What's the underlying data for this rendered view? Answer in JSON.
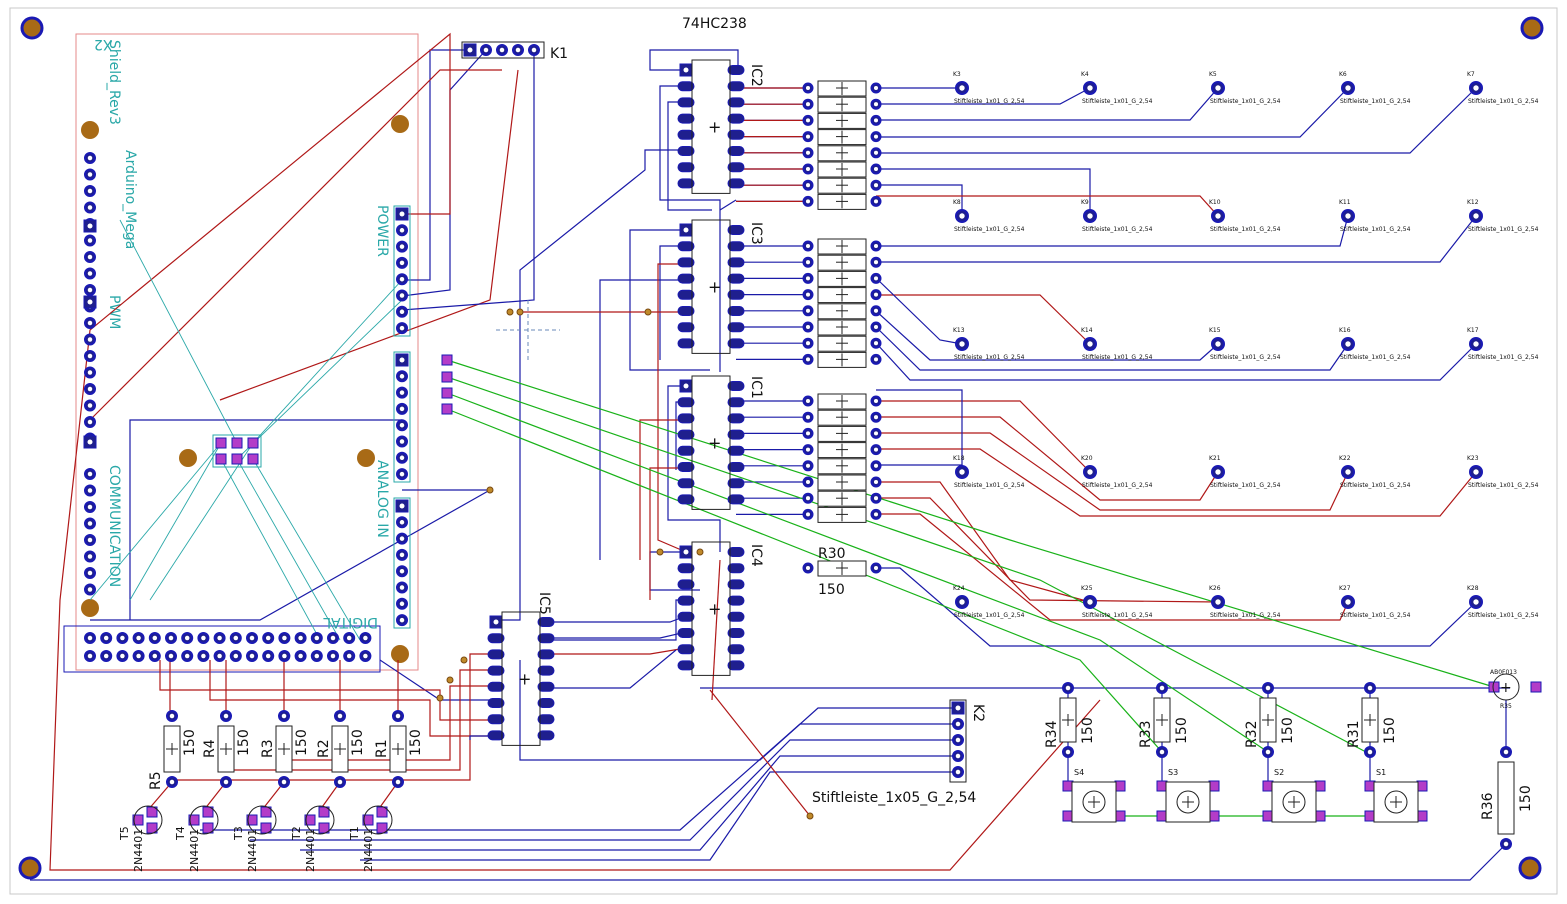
{
  "colors": {
    "background": "#ffffff",
    "trace_blue": "#1a1aa8",
    "trace_red": "#b01818",
    "airwire_green": "#19b219",
    "silk_cyan": "#2aa8a8",
    "pad_blue": "#1a1ab4",
    "pad_magenta": "#b33cc8",
    "mount_hole": "#a86a16",
    "outline_red": "#d04a4a"
  },
  "labels": {
    "ic2_part": "74HC238",
    "k1": "K1",
    "k2": "K2",
    "ic1": "IC1",
    "ic2": "IC2",
    "ic3": "IC3",
    "ic4": "IC4",
    "ic5": "IC5",
    "r30": "R30",
    "r30_val": "150",
    "k2_part": "Stiftleiste_1x05_G_2,54",
    "arduino_power": "POWER",
    "arduino_analog": "ANALOG IN",
    "arduino_digital": "DIGITAL",
    "arduino_comm": "COMMUNICATION",
    "arduino_pwm": "PWM",
    "arduino_mega": "Arduino_Mega",
    "arduino_shield": "Shield_Rev3",
    "arduino_x2": "X2",
    "r36_top": "AB0F013",
    "r35": "R35",
    "r36": "R36",
    "r36_val": "150"
  },
  "resistors_left": [
    {
      "name": "R5",
      "value": "150"
    },
    {
      "name": "R4",
      "value": "150"
    },
    {
      "name": "R3",
      "value": "150"
    },
    {
      "name": "R2",
      "value": "150"
    },
    {
      "name": "R1",
      "value": "150"
    }
  ],
  "transistors": [
    {
      "name": "T5",
      "part": "2N4401"
    },
    {
      "name": "T4",
      "part": "2N4401"
    },
    {
      "name": "T3",
      "part": "2N4401"
    },
    {
      "name": "T2",
      "part": "2N4401"
    },
    {
      "name": "T1",
      "part": "2N4401"
    }
  ],
  "switches": [
    {
      "name": "S4",
      "res": "R34",
      "val": "150"
    },
    {
      "name": "S3",
      "res": "R33",
      "val": "150"
    },
    {
      "name": "S2",
      "res": "R32",
      "val": "150"
    },
    {
      "name": "S1",
      "res": "R31",
      "val": "150"
    }
  ],
  "connectors": [
    {
      "ref": "K3",
      "part": "Stiftleiste_1x01_G_2,54"
    },
    {
      "ref": "K4",
      "part": "Stiftleiste_1x01_G_2,54"
    },
    {
      "ref": "K5",
      "part": "Stiftleiste_1x01_G_2,54"
    },
    {
      "ref": "K6",
      "part": "Stiftleiste_1x01_G_2,54"
    },
    {
      "ref": "K7",
      "part": "Stiftleiste_1x01_G_2,54"
    },
    {
      "ref": "K8",
      "part": "Stiftleiste_1x01_G_2,54"
    },
    {
      "ref": "K9",
      "part": "Stiftleiste_1x01_G_2,54"
    },
    {
      "ref": "K10",
      "part": "Stiftleiste_1x01_G_2,54"
    },
    {
      "ref": "K11",
      "part": "Stiftleiste_1x01_G_2,54"
    },
    {
      "ref": "K12",
      "part": "Stiftleiste_1x01_G_2,54"
    },
    {
      "ref": "K13",
      "part": "Stiftleiste_1x01_G_2,54"
    },
    {
      "ref": "K14",
      "part": "Stiftleiste_1x01_G_2,54"
    },
    {
      "ref": "K15",
      "part": "Stiftleiste_1x01_G_2,54"
    },
    {
      "ref": "K16",
      "part": "Stiftleiste_1x01_G_2,54"
    },
    {
      "ref": "K17",
      "part": "Stiftleiste_1x01_G_2,54"
    },
    {
      "ref": "K18",
      "part": "Stiftleiste_1x01_G_2,54"
    },
    {
      "ref": "K20",
      "part": "Stiftleiste_1x01_G_2,54"
    },
    {
      "ref": "K21",
      "part": "Stiftleiste_1x01_G_2,54"
    },
    {
      "ref": "K22",
      "part": "Stiftleiste_1x01_G_2,54"
    },
    {
      "ref": "K23",
      "part": "Stiftleiste_1x01_G_2,54"
    },
    {
      "ref": "K24",
      "part": "Stiftleiste_1x01_G_2,54"
    },
    {
      "ref": "K25",
      "part": "Stiftleiste_1x01_G_2,54"
    },
    {
      "ref": "K26",
      "part": "Stiftleiste_1x01_G_2,54"
    },
    {
      "ref": "K27",
      "part": "Stiftleiste_1x01_G_2,54"
    },
    {
      "ref": "K28",
      "part": "Stiftleiste_1x01_G_2,54"
    }
  ]
}
